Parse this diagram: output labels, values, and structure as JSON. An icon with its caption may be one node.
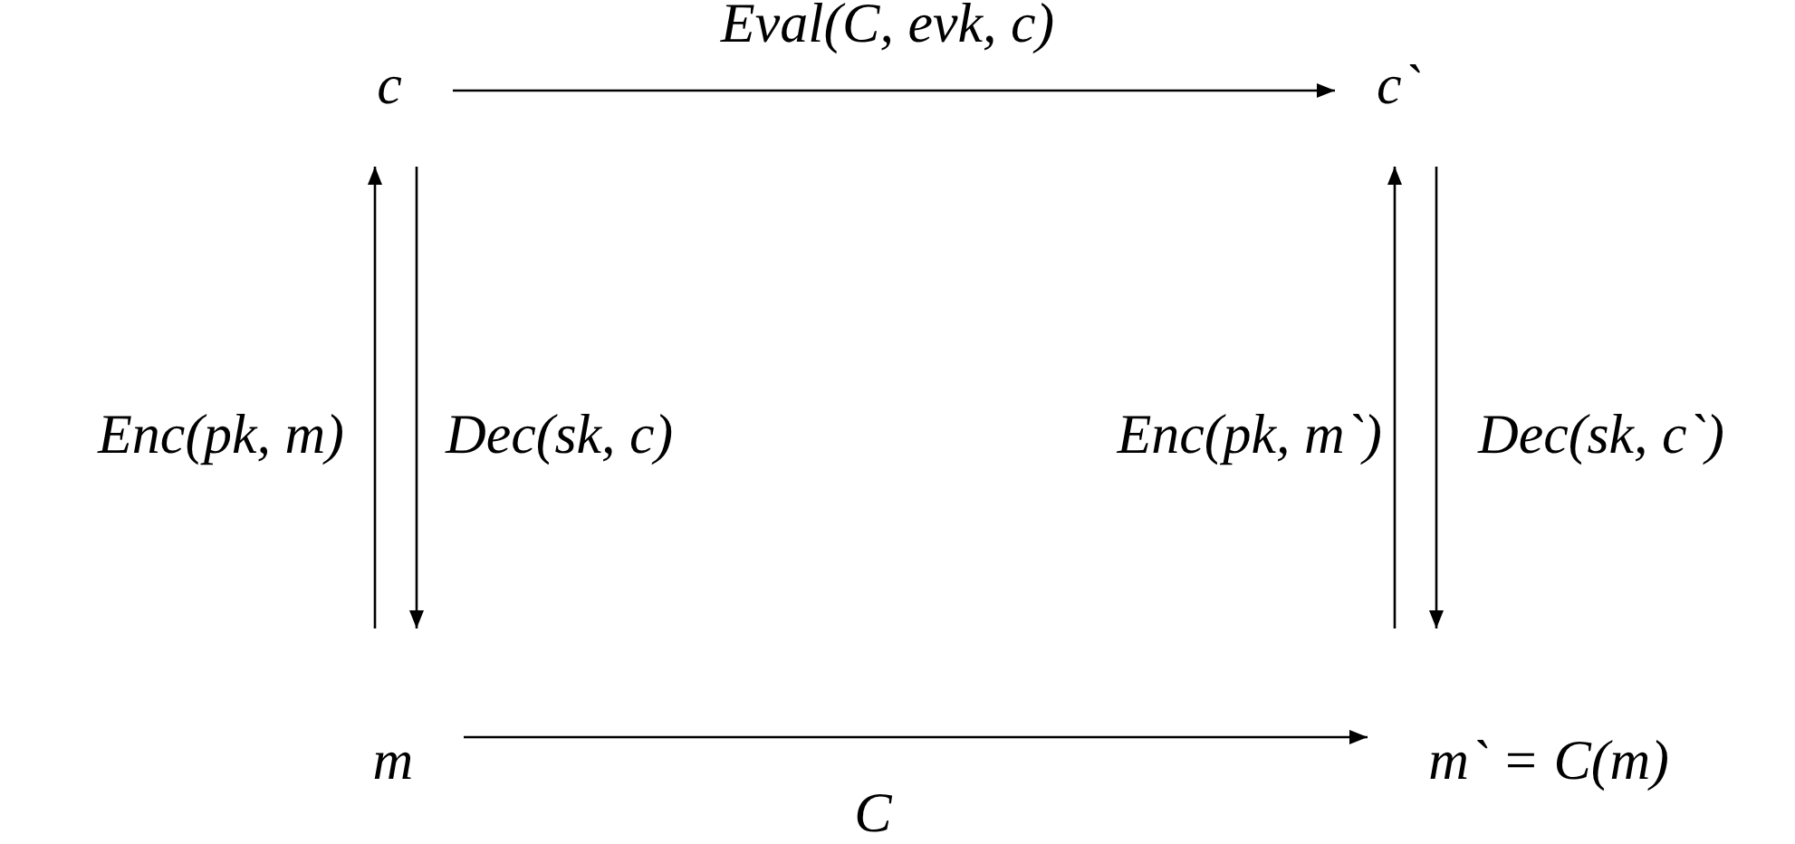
{
  "diagram": {
    "nodes": [
      {
        "text": [
          "c"
        ]
      },
      {
        "text": [
          "c`"
        ]
      },
      {
        "text": [
          "m"
        ]
      },
      {
        "text": [
          "m` = C(m)"
        ]
      }
    ],
    "edges": [
      {
        "from": 0,
        "to": 1,
        "arrow": "to",
        "label": "Eval(C, evk, c)"
      },
      {
        "from": 2,
        "to": 0,
        "arrow": "to",
        "label": "Enc(pk, m)"
      },
      {
        "from": 0,
        "to": 2,
        "arrow": "to",
        "label": "Dec(sk, c)"
      },
      {
        "from": 3,
        "to": 1,
        "arrow": "to",
        "label": "Enc(pk, m`)"
      },
      {
        "from": 1,
        "to": 3,
        "arrow": "to",
        "label": "Dec(sk, c`)"
      },
      {
        "from": 2,
        "to": 3,
        "arrow": "to",
        "label": "C"
      }
    ]
  }
}
